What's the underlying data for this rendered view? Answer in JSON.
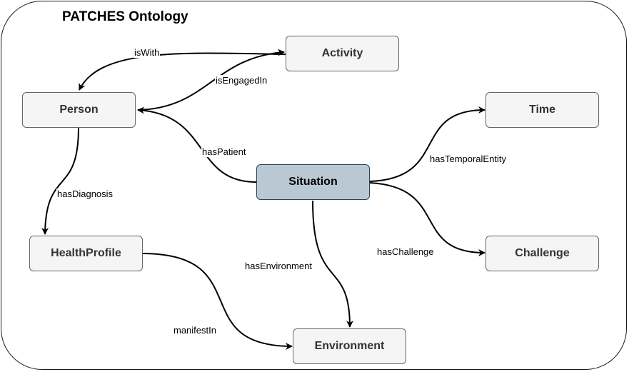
{
  "title": "PATCHES Ontology",
  "nodes": {
    "activity": "Activity",
    "person": "Person",
    "time": "Time",
    "situation": "Situation",
    "healthprofile": "HealthProfile",
    "challenge": "Challenge",
    "environment": "Environment"
  },
  "edges": {
    "iswith": "isWith",
    "isengagedin": "isEngagedIn",
    "haspatient": "hasPatient",
    "hastemporalentity": "hasTemporalEntity",
    "hasdiagnosis": "hasDiagnosis",
    "haschallenge": "hasChallenge",
    "hasenvironment": "hasEnvironment",
    "manifestin": "manifestIn"
  },
  "colors": {
    "node_fill": "#f5f5f5",
    "node_stroke": "#666666",
    "center_fill": "#bac8d3",
    "center_stroke": "#23445d",
    "edge": "#000000"
  }
}
